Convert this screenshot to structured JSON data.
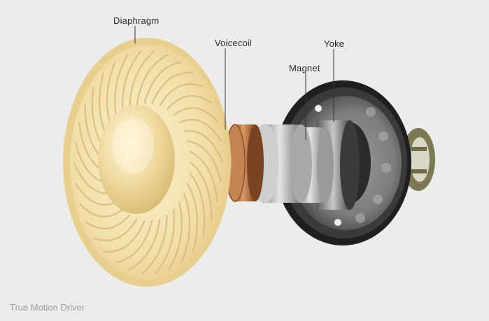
{
  "labels": {
    "diaphragm": "Diaphragm",
    "voicecoil": "Voicecoil",
    "magnet": "Magnet",
    "yoke": "Yoke"
  },
  "caption": "True Motion Driver",
  "colors": {
    "background": "#ececeb",
    "diaphragm": "#f2dfa8",
    "diaphragm_rim": "#e9cf8f",
    "coil": "#b5703f",
    "magnet": "#b9b9bb",
    "yoke": "#2e2e30",
    "leader_line": "#333333"
  }
}
